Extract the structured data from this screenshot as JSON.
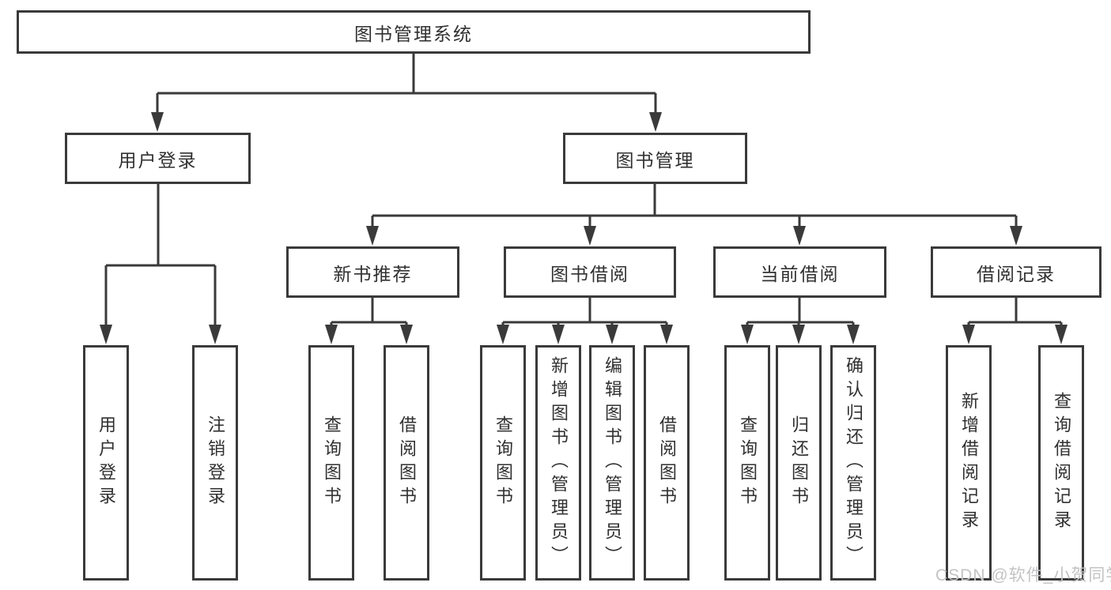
{
  "nodes": {
    "root": "图书管理系统",
    "user_branch": {
      "label": "用户登录",
      "leaves": [
        "用户登录",
        "注销登录"
      ]
    },
    "book_branch": {
      "label": "图书管理",
      "sections": [
        {
          "label": "新书推荐",
          "leaves": [
            "查询图书",
            "借阅图书"
          ]
        },
        {
          "label": "图书借阅",
          "leaves": [
            "查询图书",
            "新增图书（管理员）",
            "编辑图书（管理员）",
            "借阅图书"
          ]
        },
        {
          "label": "当前借阅",
          "leaves": [
            "查询图书",
            "归还图书",
            "确认归还（管理员）"
          ]
        },
        {
          "label": "借阅记录",
          "leaves": [
            "新增借阅记录",
            "查询借阅记录"
          ]
        }
      ]
    }
  },
  "watermark": "CSDN @软件_小贺同学",
  "colors": {
    "line": "#3a3a3a",
    "border": "#3a3a3a",
    "text": "#303030",
    "watermark": "#c3c3c5",
    "background": "#ffffff"
  }
}
